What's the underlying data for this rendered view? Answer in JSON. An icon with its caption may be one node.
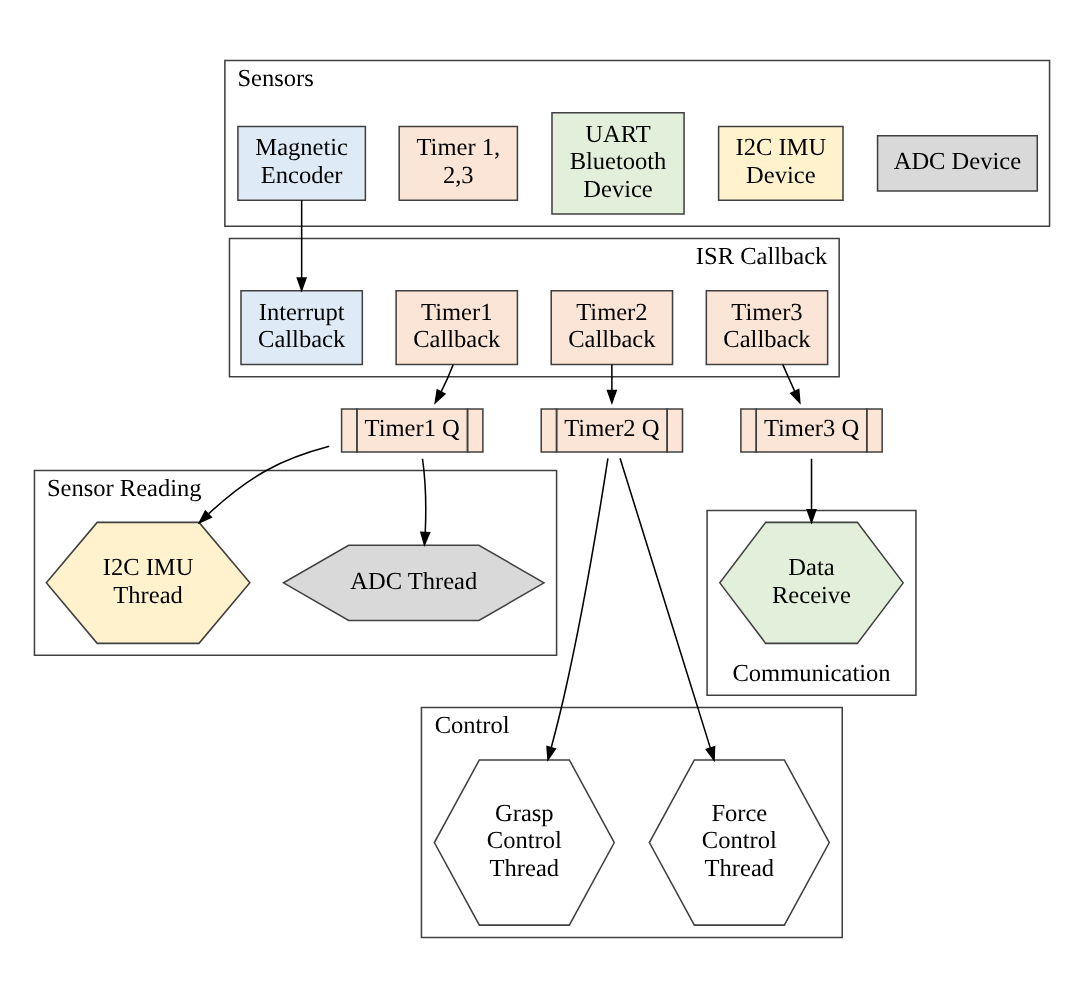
{
  "diagram": {
    "nodes": [
      {
        "text": [
          "Sensors"
        ]
      },
      {
        "text": [
          "ADC Device"
        ],
        "in": 0
      },
      {
        "text": [
          "I2C IMU Device"
        ],
        "in": 0
      },
      {
        "text": [
          "UART Bluetooth Device"
        ],
        "in": 0
      },
      {
        "text": [
          "Timer 1, 2,3"
        ],
        "in": 0
      },
      {
        "text": [
          "Magnetic Encoder"
        ],
        "in": 0
      },
      {
        "text": [
          "ISR Callback"
        ]
      },
      {
        "text": [
          "Timer1 Callback"
        ],
        "in": 6
      },
      {
        "text": [
          "Timer2 Callback"
        ],
        "in": 6
      },
      {
        "text": [
          "Timer3 Callback"
        ],
        "in": 6
      },
      {
        "text": [
          "Interrupt Callback"
        ],
        "in": 6
      },
      {
        "text": [
          "Timer1 Q"
        ]
      },
      {
        "text": [
          "Timer2 Q"
        ]
      },
      {
        "text": [
          "Timer3 Q"
        ]
      },
      {
        "text": [
          "Sensor Reading"
        ]
      },
      {
        "text": [
          "ADC Thread"
        ],
        "in": 14
      },
      {
        "text": [
          "I2C IMU Thread"
        ],
        "in": 14
      },
      {
        "text": [
          "Communication"
        ]
      },
      {
        "text": [
          "Data Receive"
        ],
        "in": 17
      },
      {
        "text": [
          "Control"
        ]
      },
      {
        "text": [
          "Grasp Control Thread"
        ],
        "in": 19
      },
      {
        "text": [
          "Force Control Thread"
        ],
        "in": 19
      }
    ],
    "edges": [
      {
        "from": 5,
        "to": 10,
        "arrow": "to"
      },
      {
        "from": 7,
        "to": 11,
        "arrow": "to"
      },
      {
        "from": 8,
        "to": 12,
        "arrow": "to"
      },
      {
        "from": 9,
        "to": 13,
        "arrow": "to"
      },
      {
        "from": 11,
        "to": 15,
        "arrow": "to"
      },
      {
        "from": 11,
        "to": 16,
        "arrow": "to"
      },
      {
        "from": 12,
        "to": 20,
        "arrow": "to"
      },
      {
        "from": 12,
        "to": 21,
        "arrow": "to"
      },
      {
        "from": 13,
        "to": 18,
        "arrow": "to"
      }
    ]
  }
}
